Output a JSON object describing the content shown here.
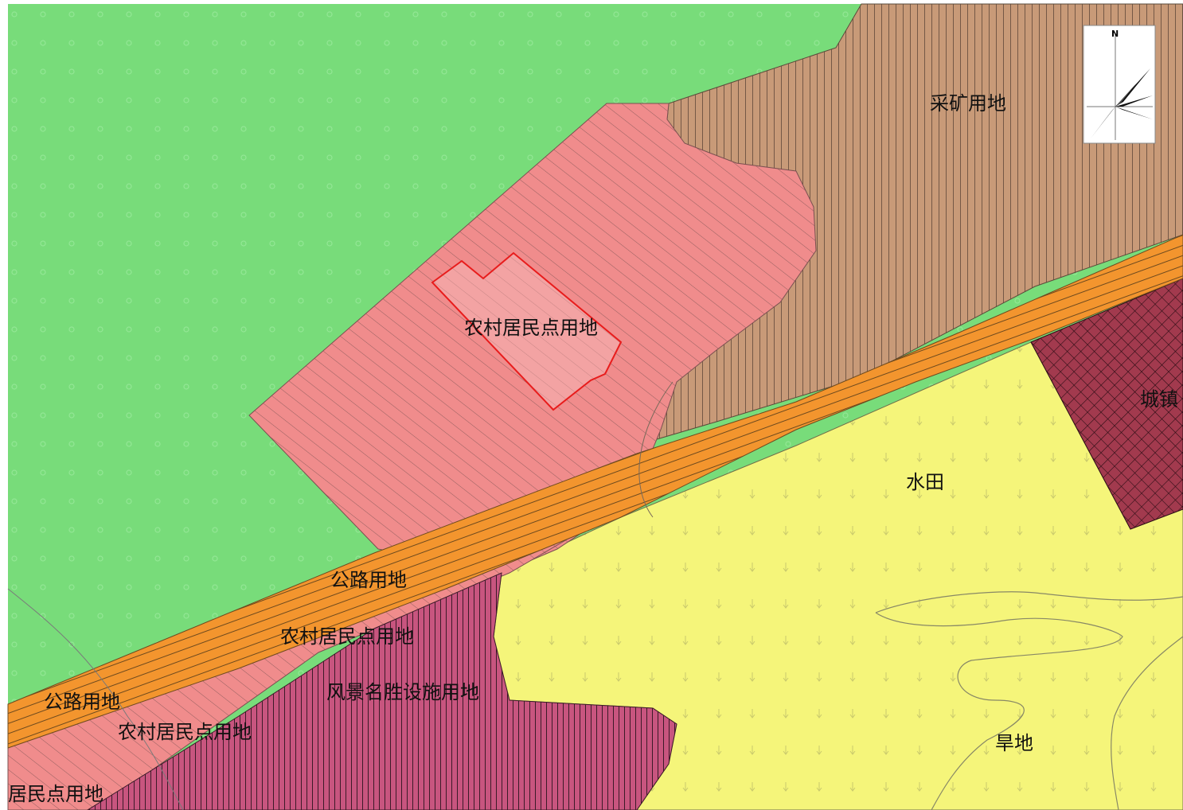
{
  "map": {
    "labels": {
      "mining": "采矿用地",
      "rural_main": "农村居民点用地",
      "highway_1": "公路用地",
      "rural_2": "农村居民点用地",
      "scenic": "风景名胜设施用地",
      "highway_2": "公路用地",
      "rural_3": "农村居民点用地",
      "rural_4": "居民点用地",
      "paddy": "水田",
      "dryland": "旱地",
      "town": "城镇"
    },
    "north_arrow": {
      "letter": "N",
      "icon": "compass-rose-icon"
    },
    "colors": {
      "forest": "#78dc7a",
      "rural": "#f08c8c",
      "mining": "#c89a78",
      "highway": "#f3952e",
      "paddy": "#f5f57a",
      "scenic": "#c8557f",
      "town": "#a23a4e",
      "selection": "#e81c1c"
    }
  }
}
